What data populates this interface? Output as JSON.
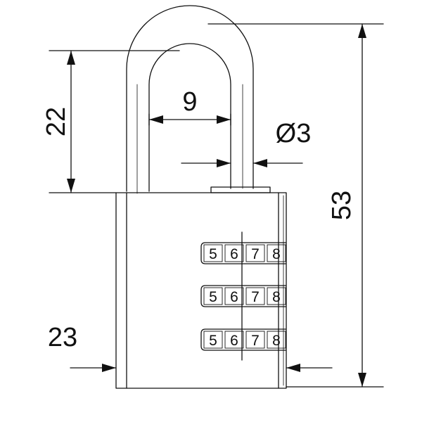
{
  "dimensions": {
    "inner_width": "9",
    "shackle_height": "22",
    "shackle_diameter": "Ø3",
    "total_height": "53",
    "body_width": "23"
  },
  "combination_wheels": [
    [
      "5",
      "6",
      "7",
      "8"
    ],
    [
      "5",
      "6",
      "7",
      "8"
    ],
    [
      "5",
      "6",
      "7",
      "8"
    ]
  ],
  "colors": {
    "line": "#111111",
    "background": "#ffffff"
  }
}
